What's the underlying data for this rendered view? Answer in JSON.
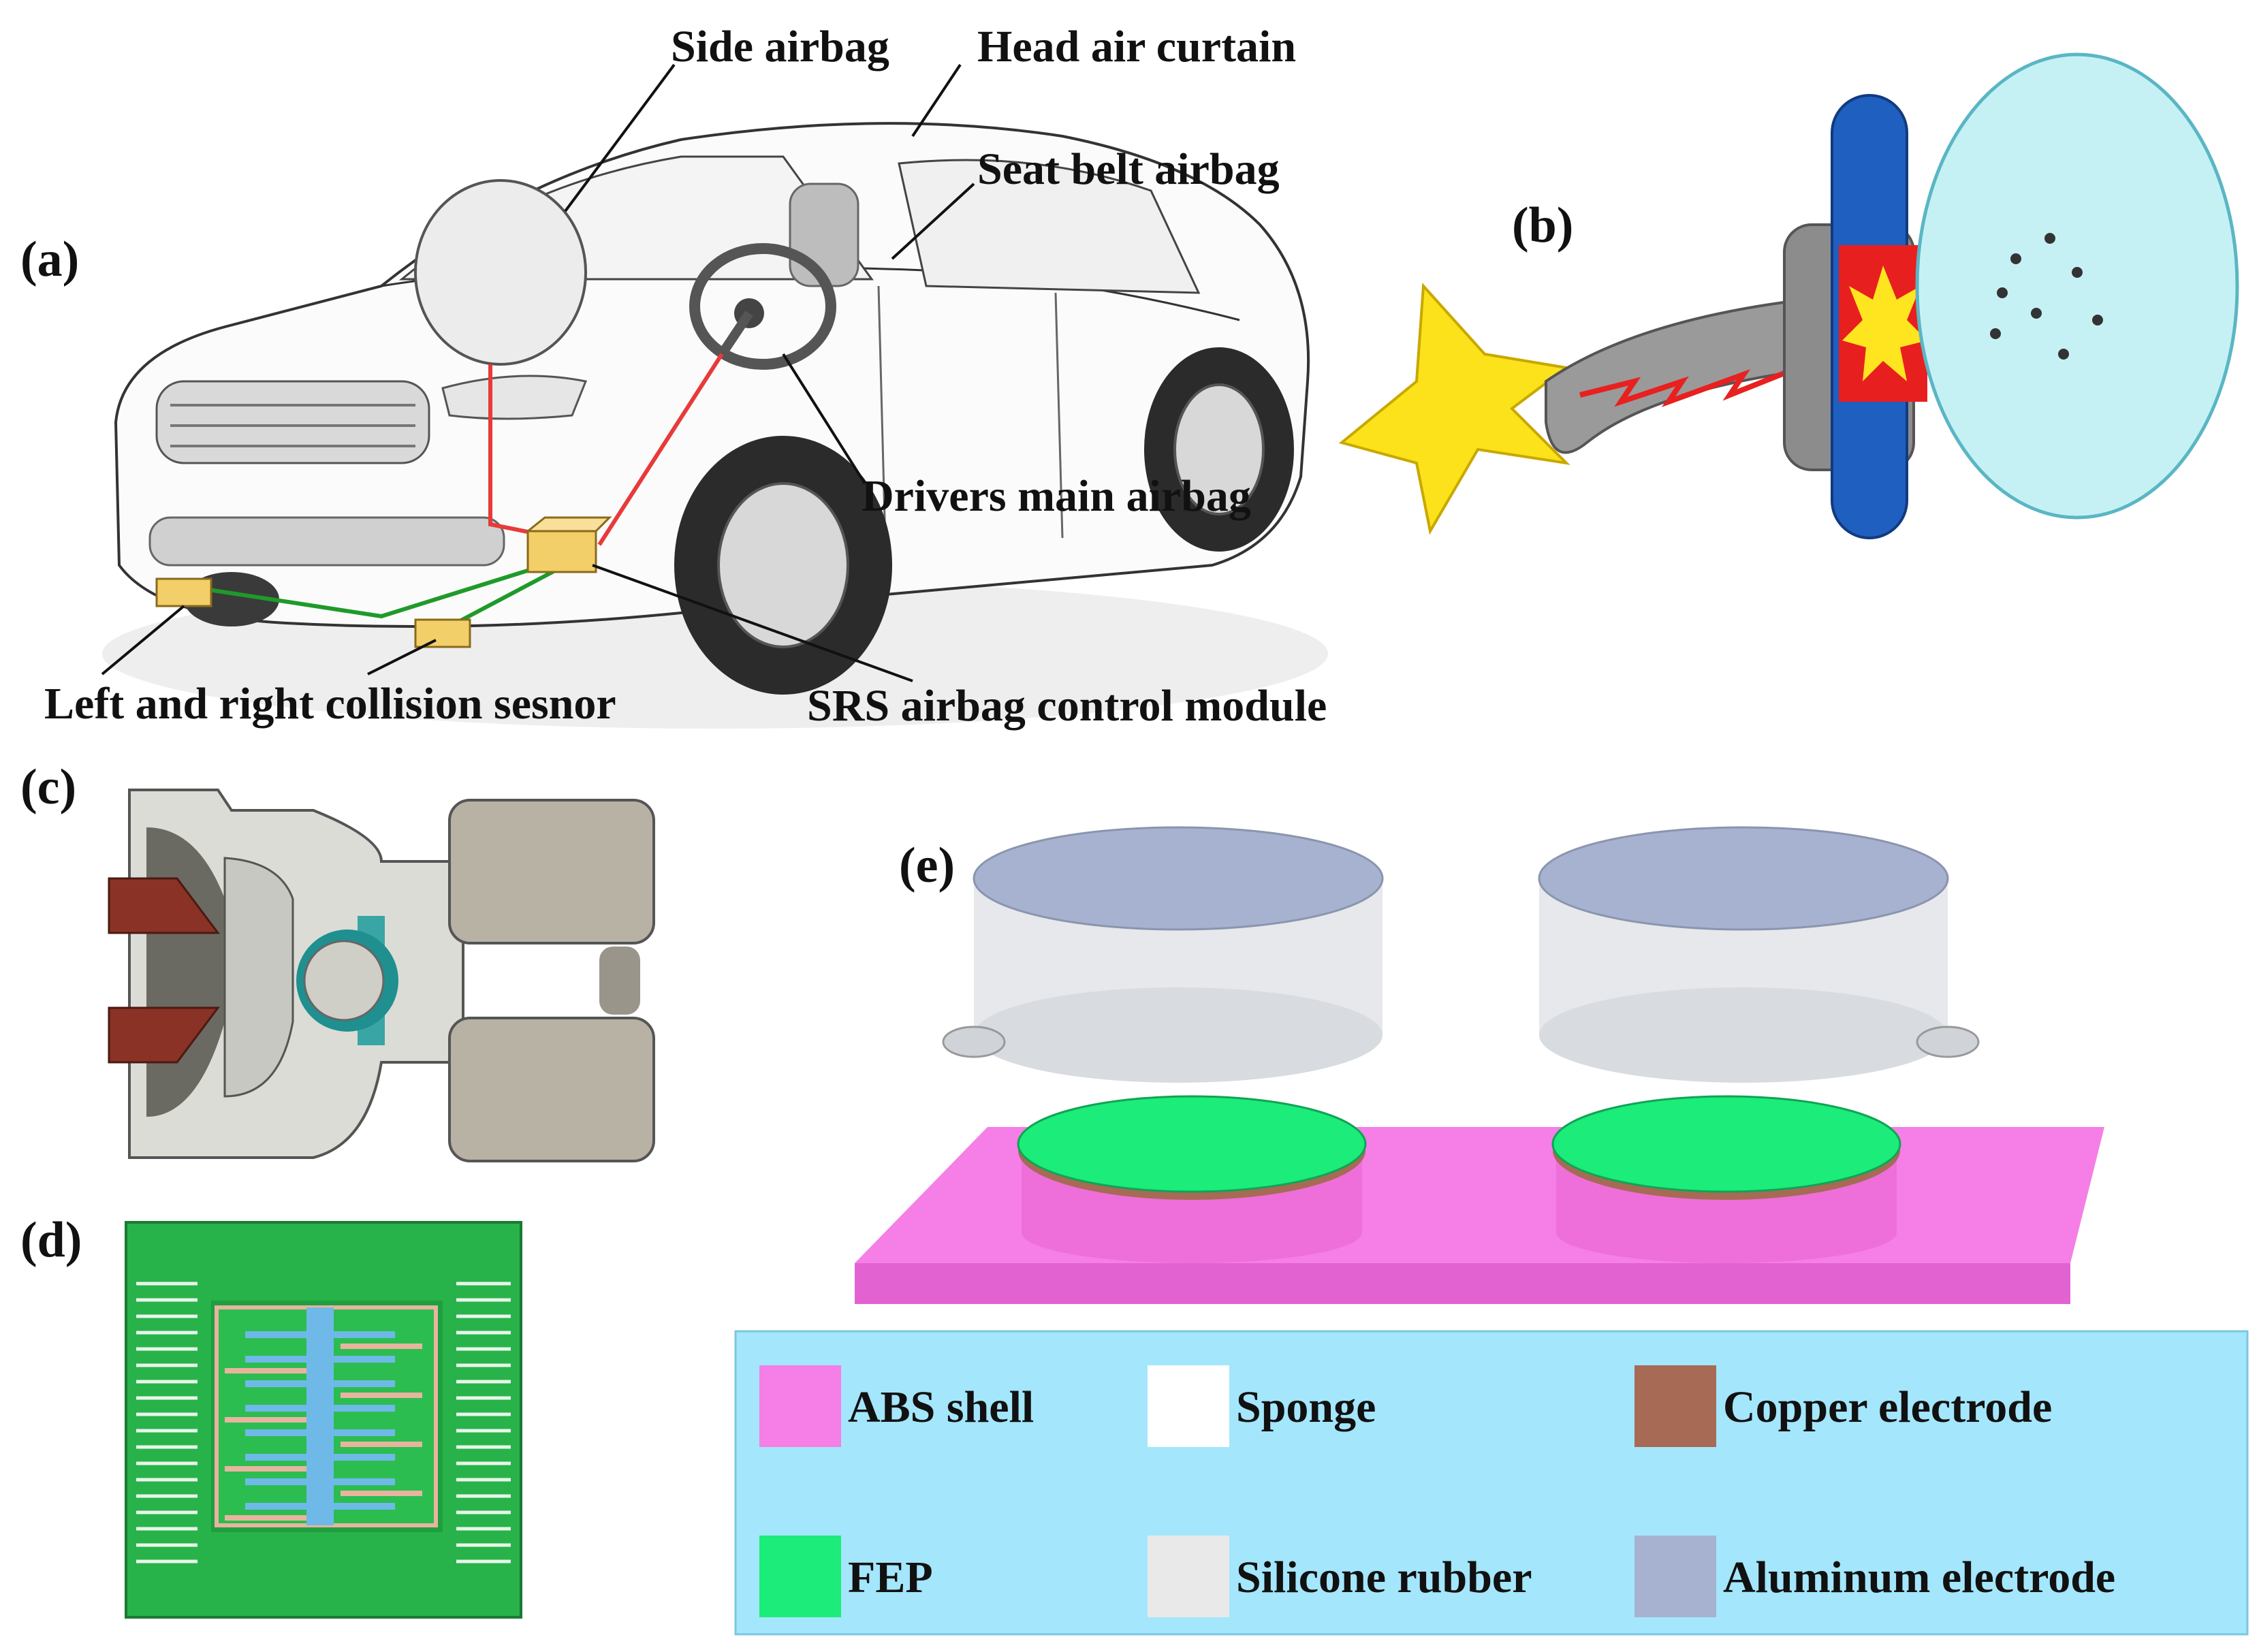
{
  "panels": {
    "a": "(a)",
    "b": "(b)",
    "c": "(c)",
    "d": "(d)",
    "e": "(e)"
  },
  "car_labels": {
    "side_airbag": "Side airbag",
    "head_air_curtain": "Head air curtain",
    "seat_belt_airbag": "Seat belt airbag",
    "drivers_main_airbag": "Drivers main airbag",
    "collision_sensor": "Left and right collision sesnor",
    "srs_module": "SRS airbag control module"
  },
  "legend": [
    {
      "label": "ABS shell",
      "color": "#f57fe6"
    },
    {
      "label": "Sponge",
      "color": "#ffffff"
    },
    {
      "label": "Copper electrode",
      "color": "#a76a55"
    },
    {
      "label": "FEP",
      "color": "#1bec7a"
    },
    {
      "label": "Silicone rubber",
      "color": "#e9e9e9"
    },
    {
      "label": "Aluminum electrode",
      "color": "#a6b2cf"
    }
  ],
  "colors": {
    "legend_bg": "#a4e6fb",
    "wire_red": "#e83a3a",
    "wire_green": "#1f9a2a",
    "sensor_box": "#f3cf6a",
    "pcb_green": "#27b34a"
  }
}
